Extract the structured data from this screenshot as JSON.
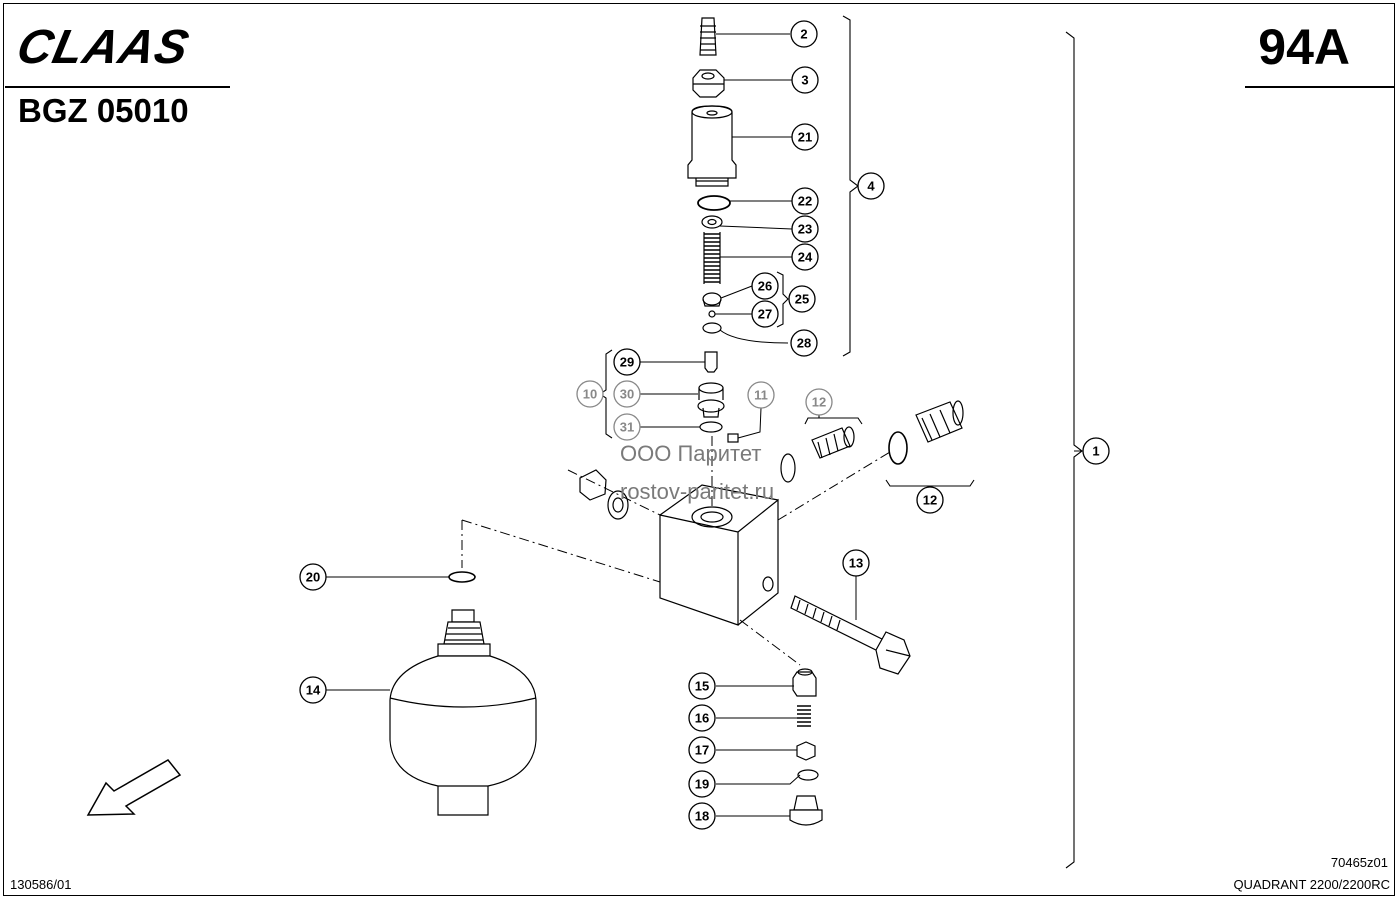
{
  "header": {
    "brand": "CLAAS",
    "doc_code": "BGZ 05010",
    "page_no": "94A"
  },
  "footer": {
    "left_code": "130586/01",
    "drawing_ref": "70465z01",
    "model": "QUADRANT 2200/2200RC"
  },
  "watermark": {
    "line1": "ООО Паритет",
    "line2": "rostov-paritet.ru"
  },
  "callouts": {
    "c1": "1",
    "c2": "2",
    "c3": "3",
    "c4": "4",
    "c10": "10",
    "c11": "11",
    "c12a": "12",
    "c12b": "12",
    "c13": "13",
    "c14": "14",
    "c15": "15",
    "c16": "16",
    "c17": "17",
    "c18": "18",
    "c19": "19",
    "c20": "20",
    "c21": "21",
    "c22": "22",
    "c23": "23",
    "c24": "24",
    "c25": "25",
    "c26": "26",
    "c27": "27",
    "c28": "28",
    "c29": "29",
    "c30": "30",
    "c31": "31"
  }
}
